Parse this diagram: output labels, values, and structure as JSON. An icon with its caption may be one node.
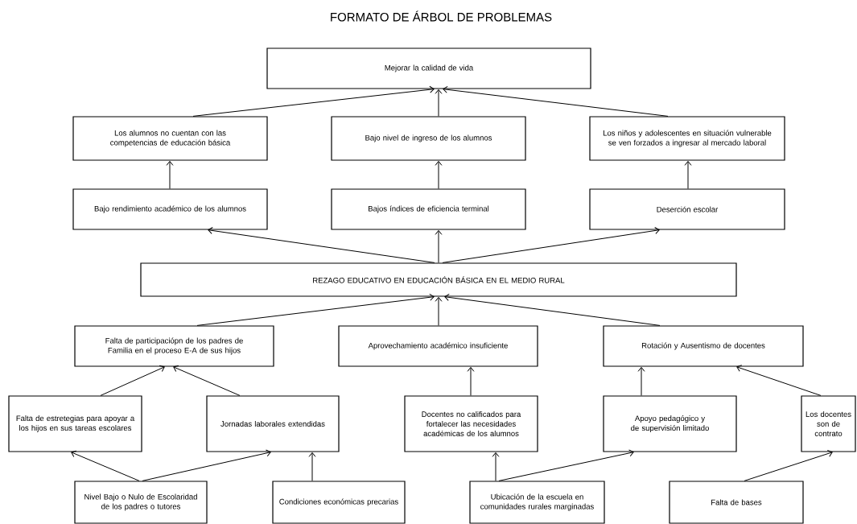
{
  "diagram": {
    "title": "FORMATO DE ÁRBOL DE PROBLEMAS",
    "nodes": [
      {
        "text": [
          "Mejorar la calidad de vida"
        ]
      },
      {
        "text": [
          "Los alumnos no cuentan con las competencias de educación básica"
        ]
      },
      {
        "text": [
          "Bajo nivel de ingreso de los alumnos"
        ]
      },
      {
        "text": [
          "Los niños y adolescentes en situación vulnerable se ven forzados a ingresar al mercado laboral"
        ]
      },
      {
        "text": [
          "Bajo rendimiento académico de los alumnos"
        ]
      },
      {
        "text": [
          "Bajos índices de eficiencia terminal"
        ]
      },
      {
        "text": [
          "Deserción escolar"
        ]
      },
      {
        "text": [
          "REZAGO EDUCATIVO EN EDUCACIÓN BÁSICA EN EL MEDIO RURAL"
        ]
      },
      {
        "text": [
          "Falta de participaciópn de los padres de Familia en el proceso E-A de sus hijos"
        ]
      },
      {
        "text": [
          "Aprovechamiento académico insuficiente"
        ]
      },
      {
        "text": [
          "Rotación y Ausentismo de docentes"
        ]
      },
      {
        "text": [
          "Falta de estretegias para apoyar a los hijos en sus tareas escolares"
        ]
      },
      {
        "text": [
          "Jornadas laborales extendidas"
        ]
      },
      {
        "text": [
          "Docentes no calificados para fortalecer las necesidades académicas de los alumnos"
        ]
      },
      {
        "text": [
          "Apoyo pedagógico y de supervisión limitado"
        ]
      },
      {
        "text": [
          "Los docentes son de contrato"
        ]
      },
      {
        "text": [
          "Nivel Bajo o Nulo de Escolaridad de los padres o tutores"
        ]
      },
      {
        "text": [
          "Condiciones económicas precarias"
        ]
      },
      {
        "text": [
          "Ubicación de la escuela en comunidades rurales marginadas"
        ]
      },
      {
        "text": [
          "Falta de bases"
        ]
      }
    ],
    "edges": [
      {
        "from": 1,
        "to": 0,
        "arrow": "to"
      },
      {
        "from": 2,
        "to": 0,
        "arrow": "to"
      },
      {
        "from": 3,
        "to": 0,
        "arrow": "to"
      },
      {
        "from": 4,
        "to": 1,
        "arrow": "to"
      },
      {
        "from": 5,
        "to": 2,
        "arrow": "to"
      },
      {
        "from": 6,
        "to": 3,
        "arrow": "to"
      },
      {
        "from": 7,
        "to": 4,
        "arrow": "to"
      },
      {
        "from": 7,
        "to": 5,
        "arrow": "to"
      },
      {
        "from": 7,
        "to": 6,
        "arrow": "to"
      },
      {
        "from": 8,
        "to": 7,
        "arrow": "to"
      },
      {
        "from": 9,
        "to": 7,
        "arrow": "to"
      },
      {
        "from": 10,
        "to": 7,
        "arrow": "to"
      },
      {
        "from": 11,
        "to": 8,
        "arrow": "to"
      },
      {
        "from": 12,
        "to": 8,
        "arrow": "to"
      },
      {
        "from": 13,
        "to": 9,
        "arrow": "to"
      },
      {
        "from": 14,
        "to": 10,
        "arrow": "to"
      },
      {
        "from": 15,
        "to": 10,
        "arrow": "to"
      },
      {
        "from": 16,
        "to": 11,
        "arrow": "to"
      },
      {
        "from": 16,
        "to": 12,
        "arrow": "to"
      },
      {
        "from": 17,
        "to": 12,
        "arrow": "to"
      },
      {
        "from": 18,
        "to": 13,
        "arrow": "to"
      },
      {
        "from": 18,
        "to": 14,
        "arrow": "to"
      },
      {
        "from": 19,
        "to": 15,
        "arrow": "to"
      }
    ]
  }
}
